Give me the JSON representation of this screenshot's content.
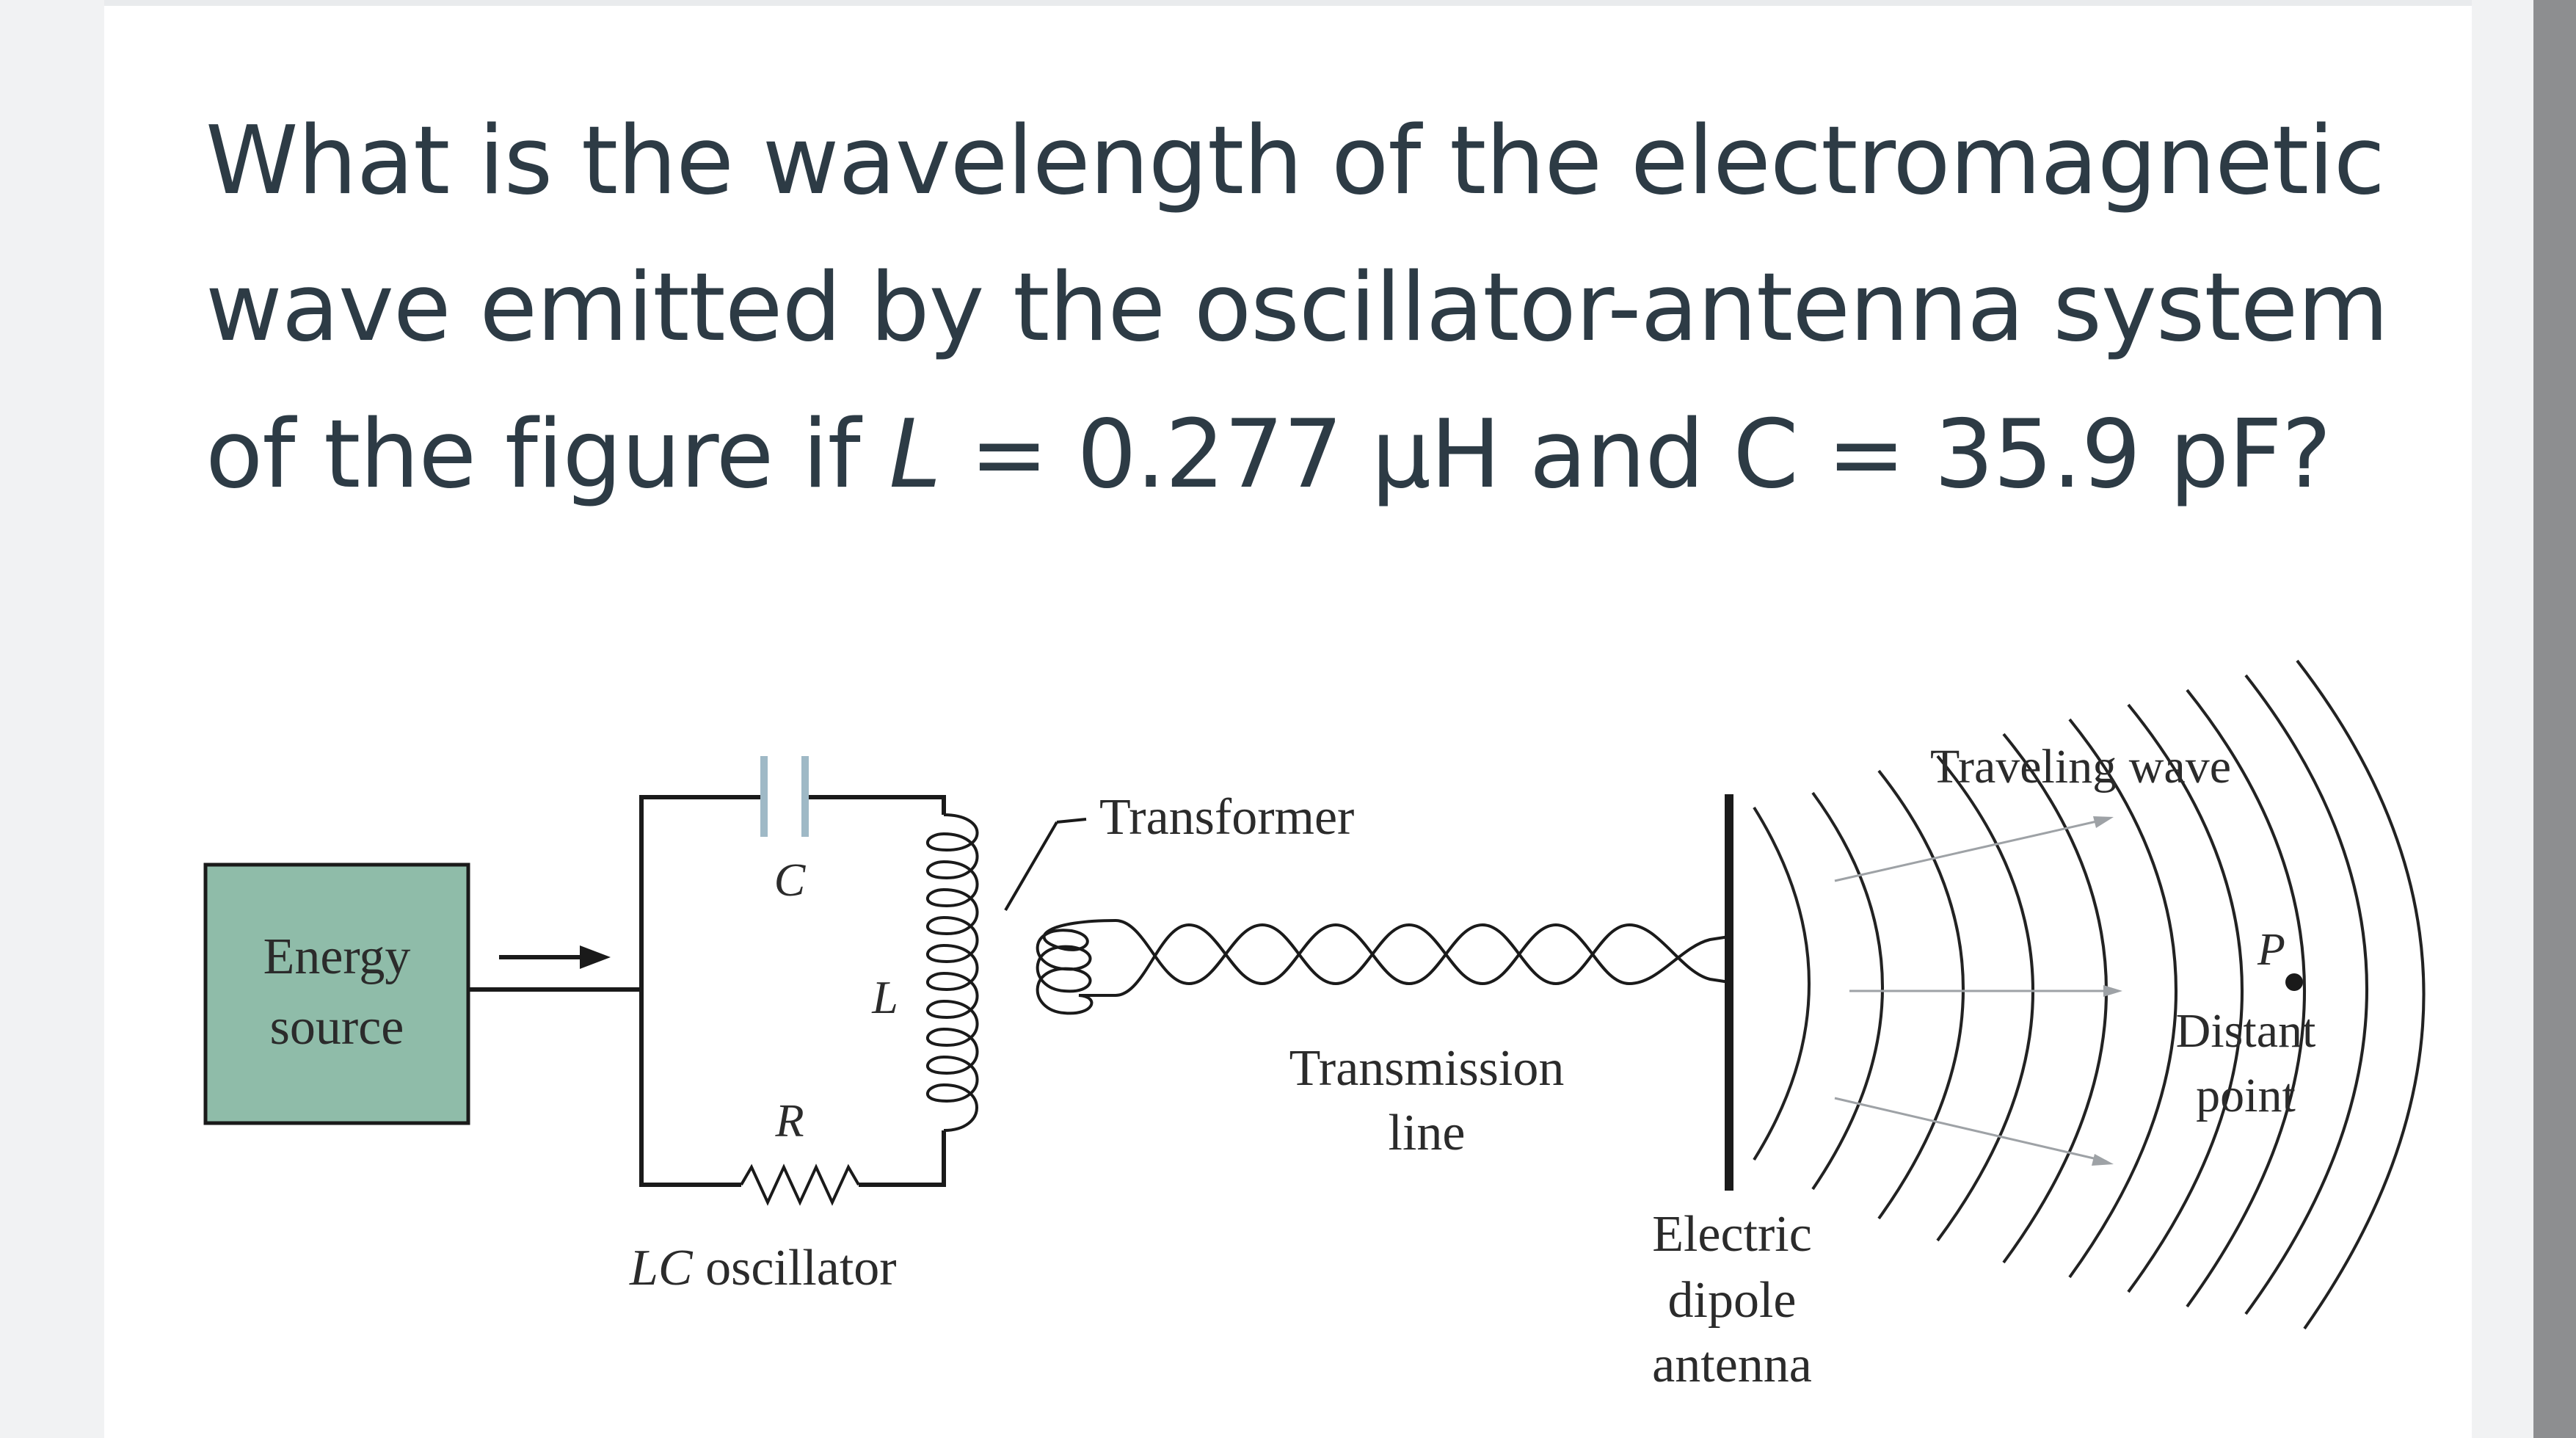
{
  "question": {
    "part1": "What is the wavelength of the electromagnetic wave emitted by the oscillator-antenna system of the figure if ",
    "L_symbol": "L",
    "part2": " = 0.277 μH and C = 35.9 pF?"
  },
  "figure": {
    "energy_source_line1": "Energy",
    "energy_source_line2": "source",
    "capacitor_label": "C",
    "inductor_label": "L",
    "resistor_label": "R",
    "lc_oscillator_L": "LC",
    "lc_oscillator_rest": " oscillator",
    "transformer_label": "Transformer",
    "transmission_line1": "Transmission",
    "transmission_line2": "line",
    "antenna_line1": "Electric",
    "antenna_line2": "dipole",
    "antenna_line3": "antenna",
    "traveling_wave_label": "Traveling wave",
    "point_label": "P",
    "distant_point_line1": "Distant",
    "distant_point_line2": "point",
    "colors": {
      "energy_box_fill": "#8fbca9",
      "capacitor_plate": "#9fb9c6",
      "ray_gray": "#9ea2a6"
    }
  }
}
